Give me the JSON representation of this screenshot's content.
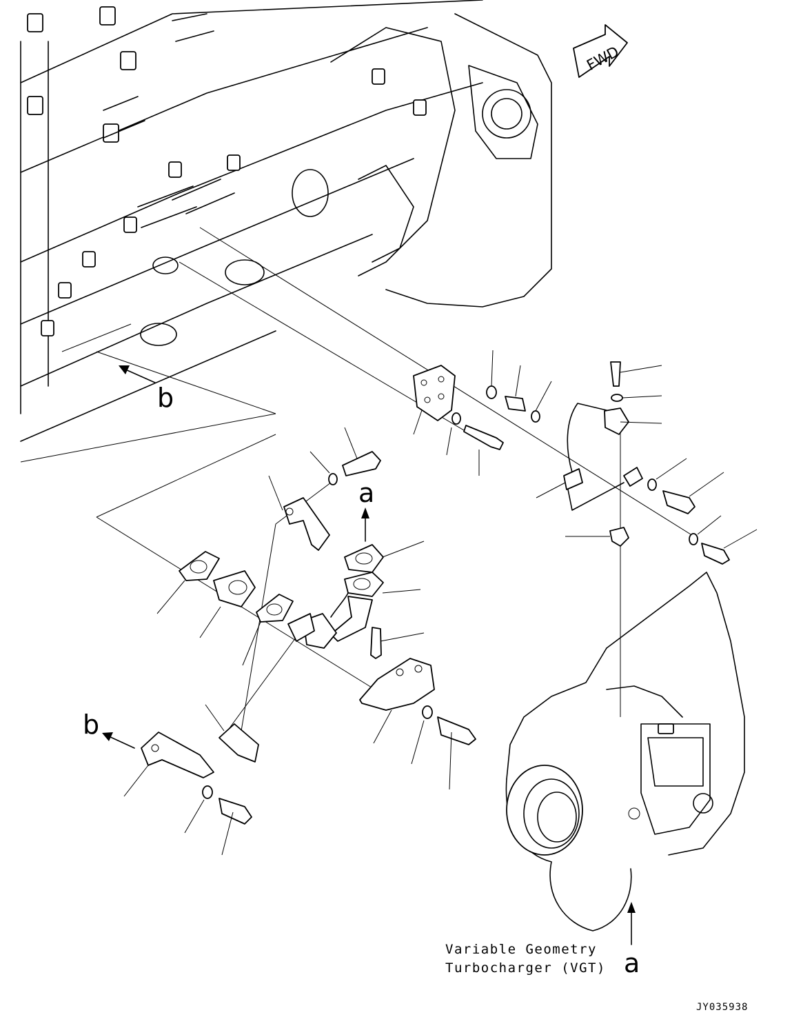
{
  "fwd_marker": {
    "label": "FWD"
  },
  "view_markers": {
    "a_top": "a",
    "a_bottom": "a",
    "b_top": "b",
    "b_bottom": "b"
  },
  "caption": {
    "line1": "Variable Geometry",
    "line2": "Turbocharger (VGT)"
  },
  "drawing_ref": "JY035938",
  "icons": {
    "fwd_arrow": "fwd-arrow-icon",
    "view_arrow": "arrow-icon"
  }
}
